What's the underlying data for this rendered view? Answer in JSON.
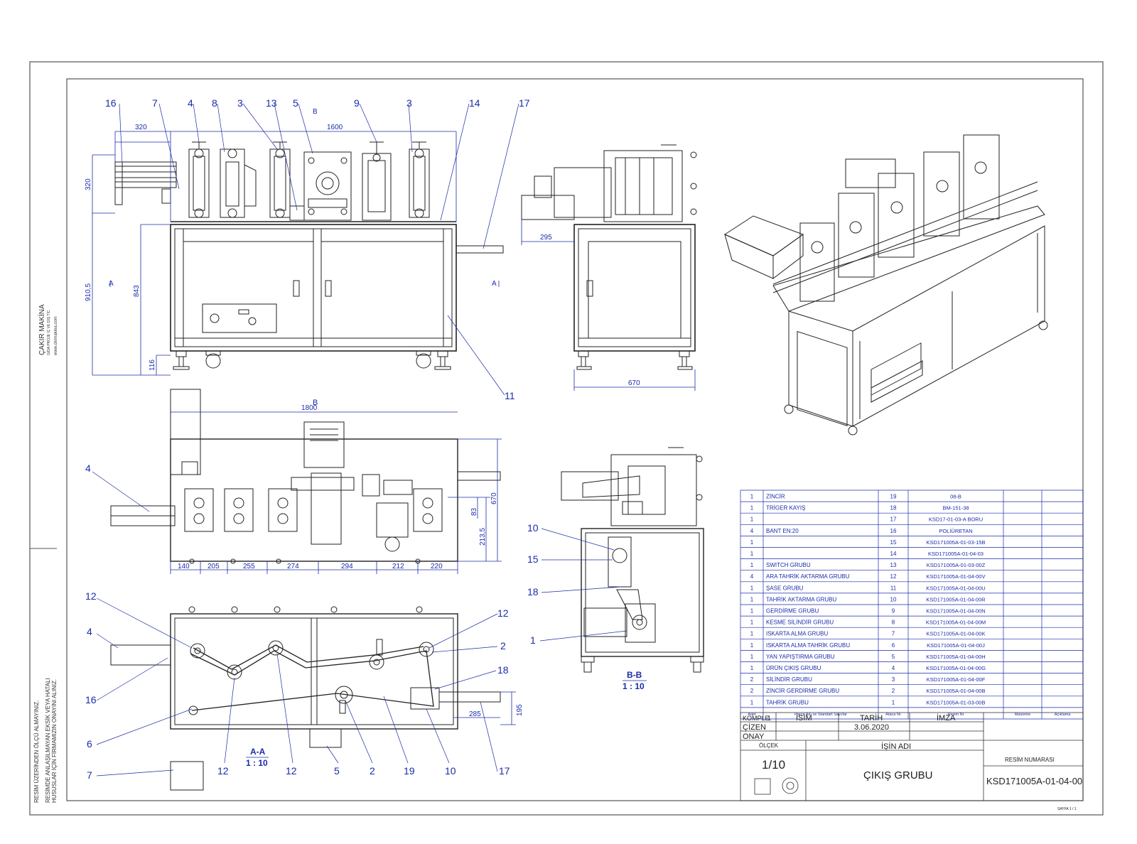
{
  "side_text": {
    "company": "ÇAKIR MAKİNA",
    "company_sub": "GIDA PROJE İÇ VE DIŞ TİC.",
    "website": "www.ckrmakina.com",
    "warning1": "RESİM ÜZERİNDEN ÖLÇÜ ALMAYINIZ.",
    "warning2": "RESİMDE ANLAŞILMAYAN EKSİK VEYA HATALI",
    "warning3": "HUSUSLAR İÇİN FİRMAMIZIN ONAYINI ALINIZ."
  },
  "front_view": {
    "balloons": [
      "16",
      "7",
      "4",
      "8",
      "3",
      "13",
      "5",
      "9",
      "3",
      "14",
      "17",
      "11"
    ],
    "section_mark": "B",
    "section_a_left": "A",
    "section_a_right": "A",
    "dims": {
      "length": "1600",
      "overhang": "320",
      "height_top": "320",
      "height_total": "910,5",
      "height_body": "843",
      "height_foot": "116"
    }
  },
  "side_view": {
    "dim_overhang": "295",
    "dim_depth": "670"
  },
  "top_view": {
    "balloons": [
      "4"
    ],
    "section_mark": "B",
    "dims": {
      "length": "1800",
      "depth": "670",
      "spacing": [
        "140",
        "205",
        "255",
        "274",
        "294",
        "212",
        "220"
      ],
      "d1": "213,5",
      "d2": "83"
    }
  },
  "section_aa": {
    "label": "A-A",
    "scale": "1 : 10",
    "balloons_left": [
      "12",
      "4",
      "16",
      "6",
      "7"
    ],
    "balloons_right": [
      "12",
      "2",
      "18",
      "17"
    ],
    "balloons_bottom": [
      "12",
      "12",
      "5",
      "2",
      "19",
      "10"
    ],
    "dims": {
      "d1": "285",
      "d2": "195"
    }
  },
  "section_bb": {
    "label": "B-B",
    "scale": "1 : 10",
    "balloons": [
      "10",
      "15",
      "18",
      "1"
    ]
  },
  "bom": {
    "rows": [
      {
        "qty": "1",
        "name": "ZİNCİR",
        "no": "19",
        "code": "08-B"
      },
      {
        "qty": "1",
        "name": "TRİGER KAYIŞ",
        "no": "18",
        "code": "BM-151-38"
      },
      {
        "qty": "1",
        "name": "",
        "no": "17",
        "code": "KSD17-01-03-A BORU"
      },
      {
        "qty": "4",
        "name": "BANT EN:20",
        "no": "16",
        "code": "POLİÜRETAN"
      },
      {
        "qty": "1",
        "name": "",
        "no": "15",
        "code": "KSD171005A-01-03-15B"
      },
      {
        "qty": "1",
        "name": "",
        "no": "14",
        "code": "KSD171005A-01-04-03"
      },
      {
        "qty": "1",
        "name": "SWITCH GRUBU",
        "no": "13",
        "code": "KSD171005A-01-03-00Z"
      },
      {
        "qty": "4",
        "name": "ARA TAHRİK AKTARMA GRUBU",
        "no": "12",
        "code": "KSD171005A-01-04-00V"
      },
      {
        "qty": "1",
        "name": "ŞASE GRUBU",
        "no": "11",
        "code": "KSD171005A-01-04-00U"
      },
      {
        "qty": "1",
        "name": "TAHRİK AKTARMA GRUBU",
        "no": "10",
        "code": "KSD171005A-01-04-00R"
      },
      {
        "qty": "1",
        "name": "GERDİRME GRUBU",
        "no": "9",
        "code": "KSD171005A-01-04-00N"
      },
      {
        "qty": "1",
        "name": "KESME SİLİNDİR GRUBU",
        "no": "8",
        "code": "KSD171005A-01-04-00M"
      },
      {
        "qty": "1",
        "name": "ISKARTA ALMA GRUBU",
        "no": "7",
        "code": "KSD171005A-01-04-00K"
      },
      {
        "qty": "1",
        "name": "ISKARTA ALMA TAHRİK GRUBU",
        "no": "6",
        "code": "KSD171005A-01-04-00J"
      },
      {
        "qty": "1",
        "name": "YAN YAPIŞTIRMA GRUBU",
        "no": "5",
        "code": "KSD171005A-01-04-00H"
      },
      {
        "qty": "1",
        "name": "ÜRÜN ÇIKIŞ GRUBU",
        "no": "4",
        "code": "KSD171005A-01-04-00G"
      },
      {
        "qty": "2",
        "name": "SİLİNDİR GRUBU",
        "no": "3",
        "code": "KSD171005A-01-04-00F"
      },
      {
        "qty": "2",
        "name": "ZİNCİR GERDİRME GRUBU",
        "no": "2",
        "code": "KSD171005A-01-04-00B"
      },
      {
        "qty": "1",
        "name": "TAHRİK GRUBU",
        "no": "1",
        "code": "KSD171005A-01-03-00B"
      }
    ],
    "header": {
      "qty": "Adet",
      "name": "Parça Adı ve Standart Sayı/lar",
      "no": "Ataca Nr",
      "code": "Resim Nr",
      "material": "Malzeme",
      "note": "Açıklama"
    }
  },
  "title_block": {
    "labels": {
      "komple": "KOMPLE",
      "cizen": "ÇİZEN",
      "onay": "ONAY",
      "isim": "İSİM",
      "tarih": "TARİH",
      "imza": "İMZA",
      "olcek": "ÖLÇEK",
      "is_adi": "İŞİN ADI",
      "resim_no": "RESİM NUMARASI"
    },
    "komple_value": "1",
    "date": "3.06.2020",
    "scale": "1/10",
    "job_name": "ÇIKIŞ GRUBU",
    "drawing_number": "KSD171005A-01-04-00",
    "sheet": "SAYFA 1 / 1"
  },
  "colors": {
    "annotation": "#1a2ba8",
    "line": "#222222",
    "frame": "#555555"
  }
}
